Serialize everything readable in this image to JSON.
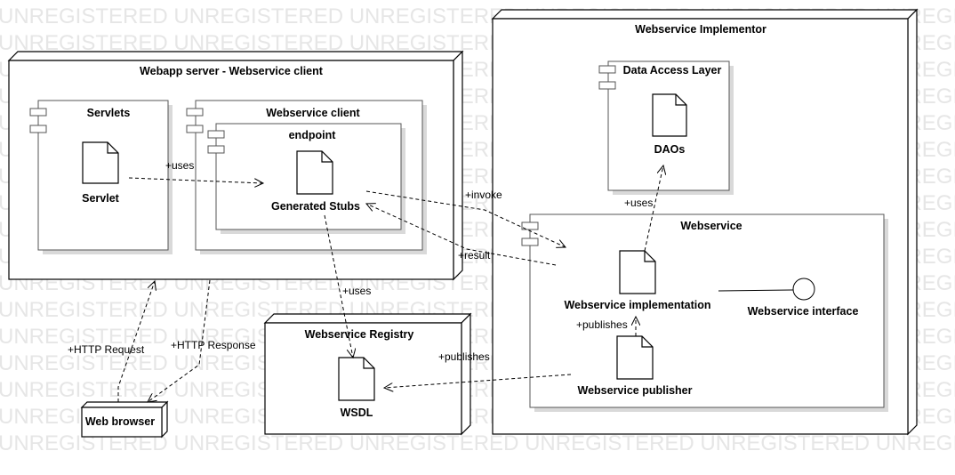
{
  "watermark": {
    "text": "UNREGISTERED UNREGISTERED UNREGISTERED UNREGISTERED UNREGISTERED UNREGISTERED"
  },
  "nodes": {
    "webapp_server": "Webapp server - Webservice client",
    "implementor": "Webservice Implementor",
    "registry": "Webservice Registry",
    "browser": "Web browser"
  },
  "components": {
    "servlets": "Servlets",
    "ws_client": "Webservice client",
    "endpoint": "endpoint",
    "dal": "Data Access Layer",
    "webservice": "Webservice"
  },
  "artifacts": {
    "servlet": "Servlet",
    "stubs": "Generated Stubs",
    "daos": "DAOs",
    "impl": "Webservice implementation",
    "publisher": "Webservice publisher",
    "wsdl": "WSDL"
  },
  "interface": {
    "label": "Webservice interface"
  },
  "relations": {
    "uses_servlet": "+uses",
    "invoke": "+invoke",
    "result": "+result",
    "uses_dal": "+uses",
    "uses_wsdl": "+uses",
    "publishes_impl": "+publishes",
    "publishes_wsdl": "+publishes",
    "http_request": "+HTTP Request",
    "http_response": "+HTTP Response"
  }
}
